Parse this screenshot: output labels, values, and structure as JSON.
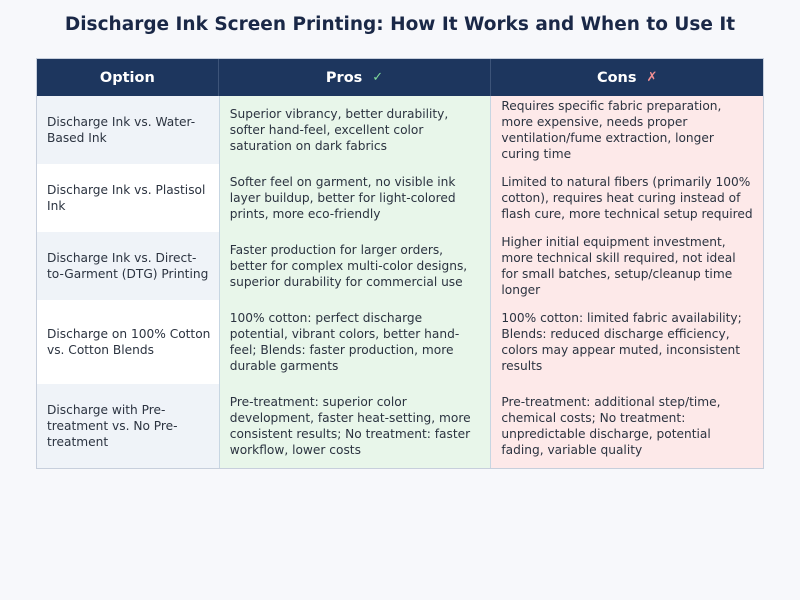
{
  "title": "Discharge Ink Screen Printing: How It Works and When to Use It",
  "table": {
    "headers": {
      "option": "Option",
      "pros": "Pros",
      "pros_icon": "✓",
      "cons": "Cons",
      "cons_icon": "✗"
    },
    "rows": [
      {
        "option": "Discharge Ink vs. Water-Based Ink",
        "pros": "Superior vibrancy, better durability, softer hand-feel, excellent color saturation on dark fabrics",
        "cons": "Requires specific fabric preparation, more expensive, needs proper ventilation/fume extraction, longer curing time"
      },
      {
        "option": "Discharge Ink vs. Plastisol Ink",
        "pros": "Softer feel on garment, no visible ink layer buildup, better for light-colored prints, more eco-friendly",
        "cons": "Limited to natural fibers (primarily 100% cotton), requires heat curing instead of flash cure, more technical setup required"
      },
      {
        "option": "Discharge Ink vs. Direct-to-Garment (DTG) Printing",
        "pros": "Faster production for larger orders, better for complex multi-color designs, superior durability for commercial use",
        "cons": "Higher initial equipment investment, more technical skill required, not ideal for small batches, setup/cleanup time longer"
      },
      {
        "option": "Discharge on 100% Cotton vs. Cotton Blends",
        "pros": "100% cotton: perfect discharge potential, vibrant colors, better hand-feel; Blends: faster production, more durable garments",
        "cons": "100% cotton: limited fabric availability; Blends: reduced discharge efficiency, colors may appear muted, inconsistent results"
      },
      {
        "option": "Discharge with Pre-treatment vs. No Pre-treatment",
        "pros": "Pre-treatment: superior color development, faster heat-setting, more consistent results; No treatment: faster workflow, lower costs",
        "cons": "Pre-treatment: additional step/time, chemical costs; No treatment: unpredictable discharge, potential fading, variable quality"
      }
    ]
  },
  "colors": {
    "header_bg": "#1d365e",
    "pros_bg": "#e8f6ea",
    "cons_bg": "#fde9e9",
    "option_bg": "#eff3f8",
    "title": "#1a2847"
  }
}
